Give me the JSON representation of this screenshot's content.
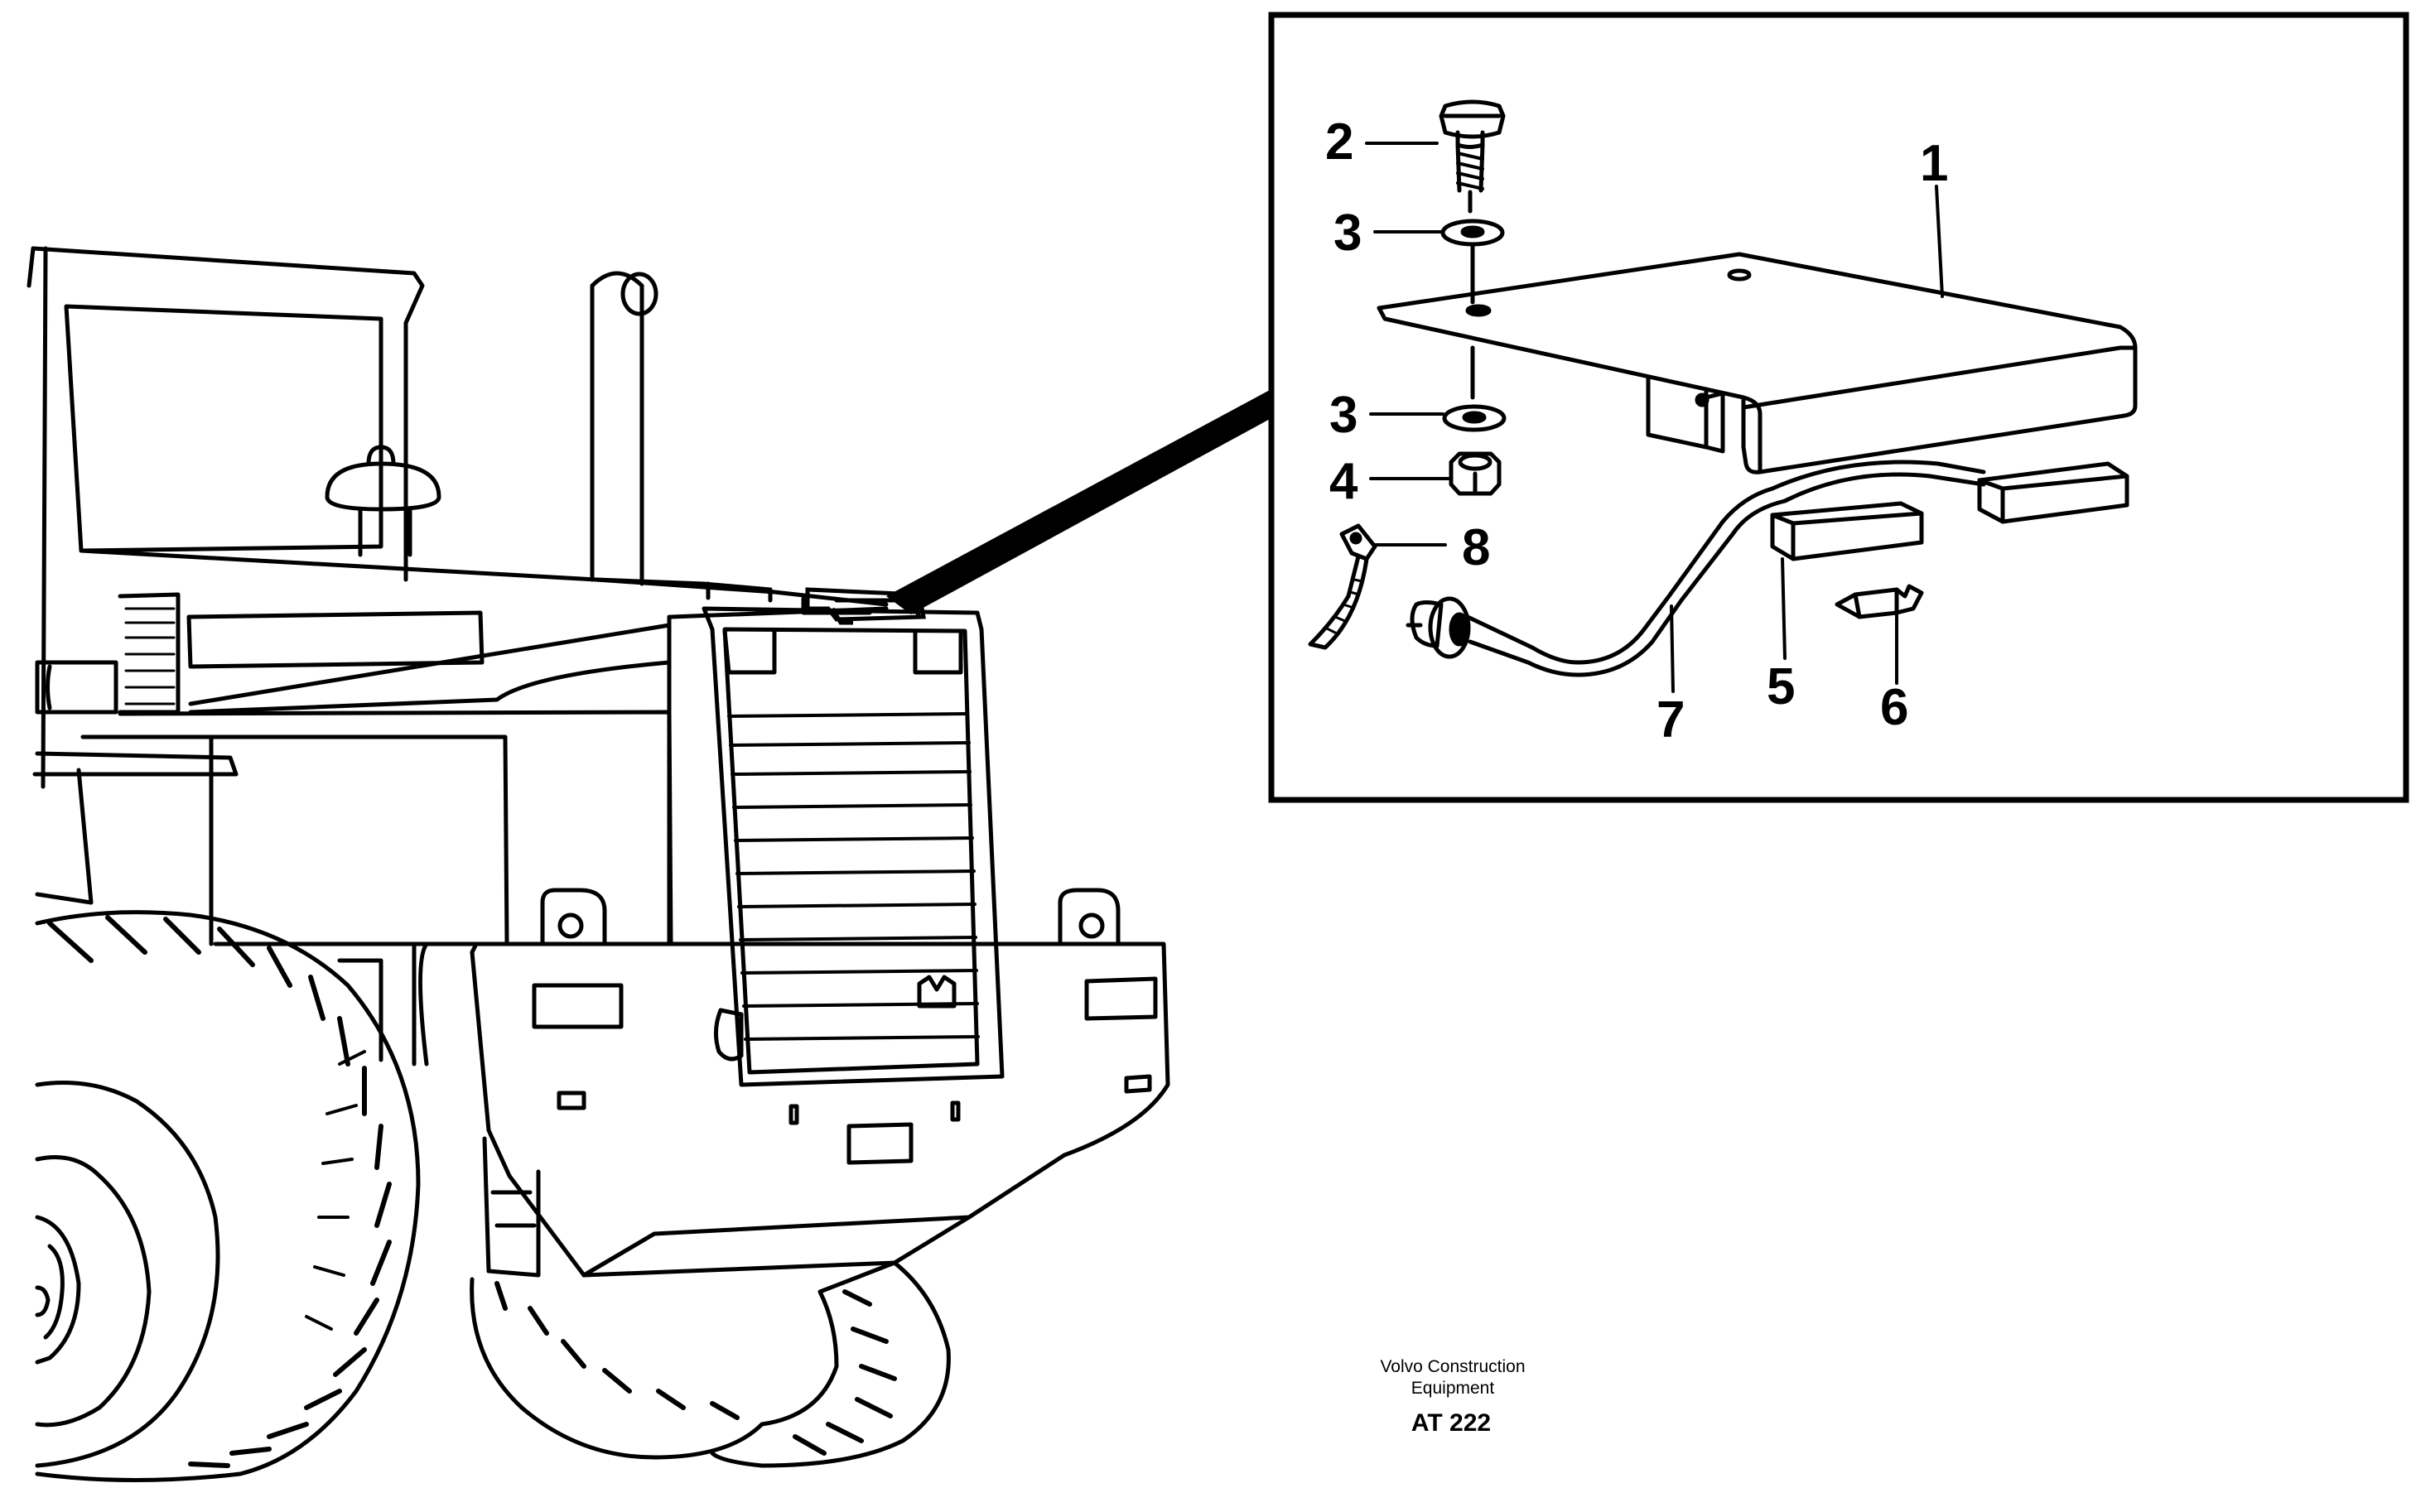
{
  "callouts": {
    "c1": "1",
    "c2": "2",
    "c3a": "3",
    "c3b": "3",
    "c4": "4",
    "c5": "5",
    "c6": "6",
    "c7": "7",
    "c8": "8"
  },
  "caption": {
    "line1": "Volvo Construction",
    "line2": "Equipment",
    "code": "AT 222"
  }
}
